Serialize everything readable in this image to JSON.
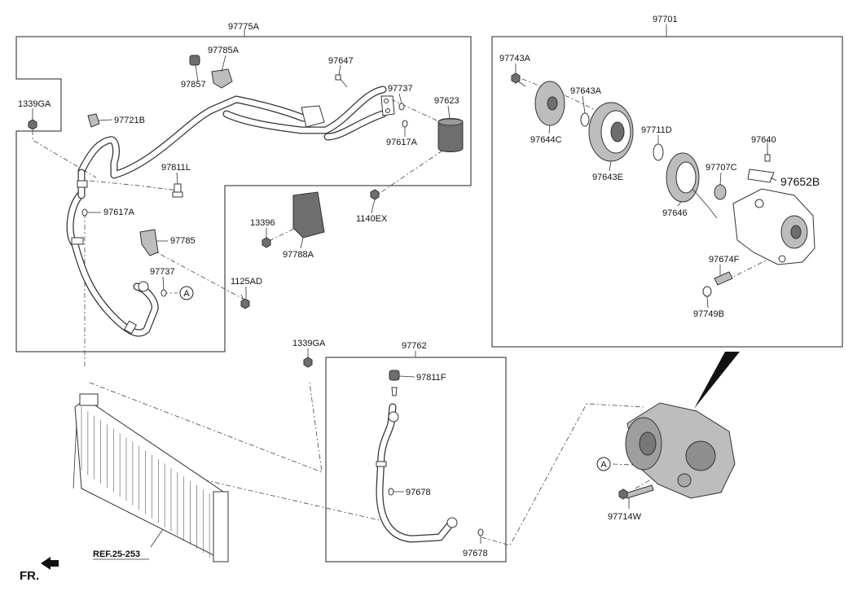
{
  "labels": {
    "assy_97775A": "97775A",
    "p_97785A": "97785A",
    "p_97857": "97857",
    "p_97647": "97647",
    "p_97737_top": "97737",
    "p_97623": "97623",
    "p_1339GA_left": "1339GA",
    "p_97721B": "97721B",
    "p_97617A_right": "97617A",
    "p_97811L": "97811L",
    "p_97617A_left": "97617A",
    "p_1140EX": "1140EX",
    "p_13396": "13396",
    "p_97785": "97785",
    "p_97788A": "97788A",
    "p_97737_low": "97737",
    "p_1125AD": "1125AD",
    "assy_97701": "97701",
    "p_97743A": "97743A",
    "p_97643A": "97643A",
    "p_97644C": "97644C",
    "p_97711D": "97711D",
    "p_97643E": "97643E",
    "p_97640": "97640",
    "p_97707C": "97707C",
    "p_97652B": "97652B",
    "p_97646": "97646",
    "p_97674F": "97674F",
    "p_97749B": "97749B",
    "p_1339GA_mid": "1339GA",
    "assy_97762": "97762",
    "p_97811F": "97811F",
    "p_97678_mid": "97678",
    "p_97678_low": "97678",
    "p_97714W": "97714W",
    "ref_25_253": "REF.25-253",
    "front_marker": "FR.",
    "circle_A_left": "A",
    "circle_A_right": "A"
  }
}
